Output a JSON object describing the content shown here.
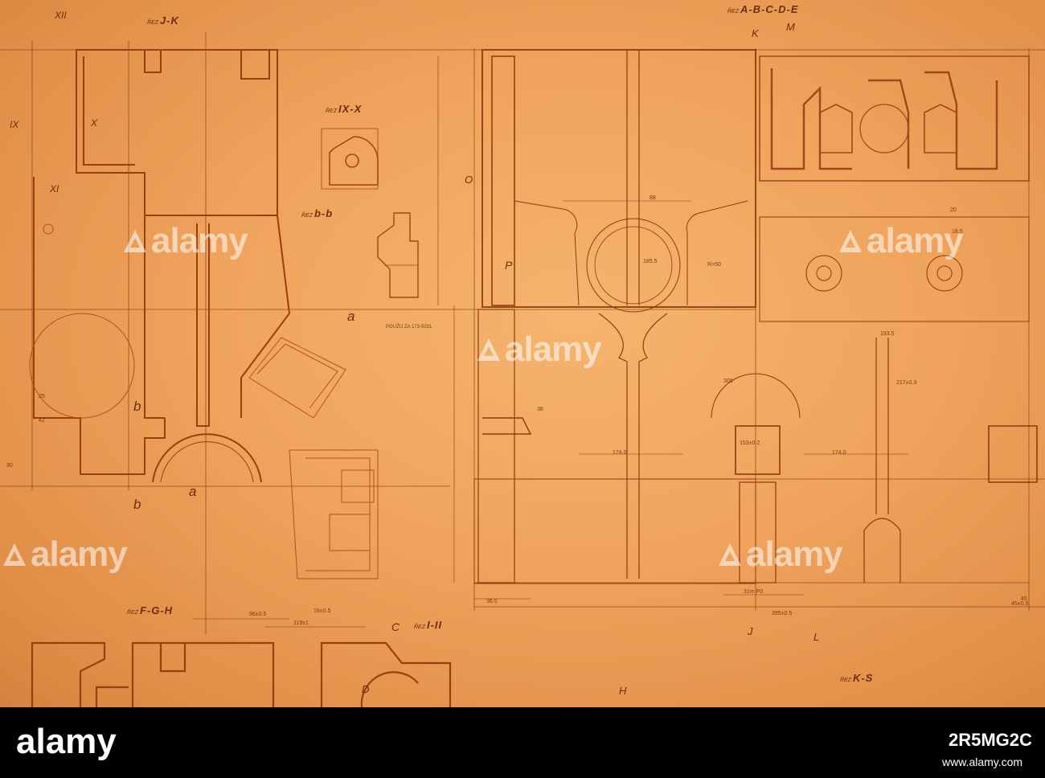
{
  "sections": {
    "jk": "J-K",
    "ixx": "IX-X",
    "bb": "b-b",
    "fgh": "F-G-H",
    "i2": "I-II",
    "abcde": "A-B-C-D-E",
    "ks": "K-S"
  },
  "marks": {
    "xii": "XII",
    "ix": "IX",
    "x": "X",
    "xi": "XI",
    "a1": "a",
    "a2": "a",
    "b1": "b",
    "b2": "b",
    "o": "O",
    "p": "P",
    "k": "K",
    "m": "M",
    "c": "C",
    "d": "D",
    "h": "H",
    "j": "J",
    "l": "L"
  },
  "dimensions": {
    "d88": "88",
    "d1855": "185.5",
    "r50": "R=50",
    "d1935": "193.5",
    "d1740a": "174.0",
    "d1740b": "174.0",
    "d365": "36.5",
    "d3950": "395±0.5",
    "d960": "96±0.5",
    "d1191": "119±1",
    "d1810": "18±0.5",
    "d2175": "217±0.3",
    "d305": "305",
    "d20": "20",
    "d185": "18.5",
    "d4510": "45±0.5",
    "d1530": "153±0.2",
    "d25": "25",
    "d42": "42",
    "d30": "30",
    "d38": "38",
    "d45": "45",
    "d31": "31m P0"
  },
  "note": "POUŽIJ ZA 173-5031",
  "watermark": "alamy",
  "footer": {
    "logo": "alamy",
    "image_id": "2R5MG2C",
    "site": "www.alamy.com"
  }
}
